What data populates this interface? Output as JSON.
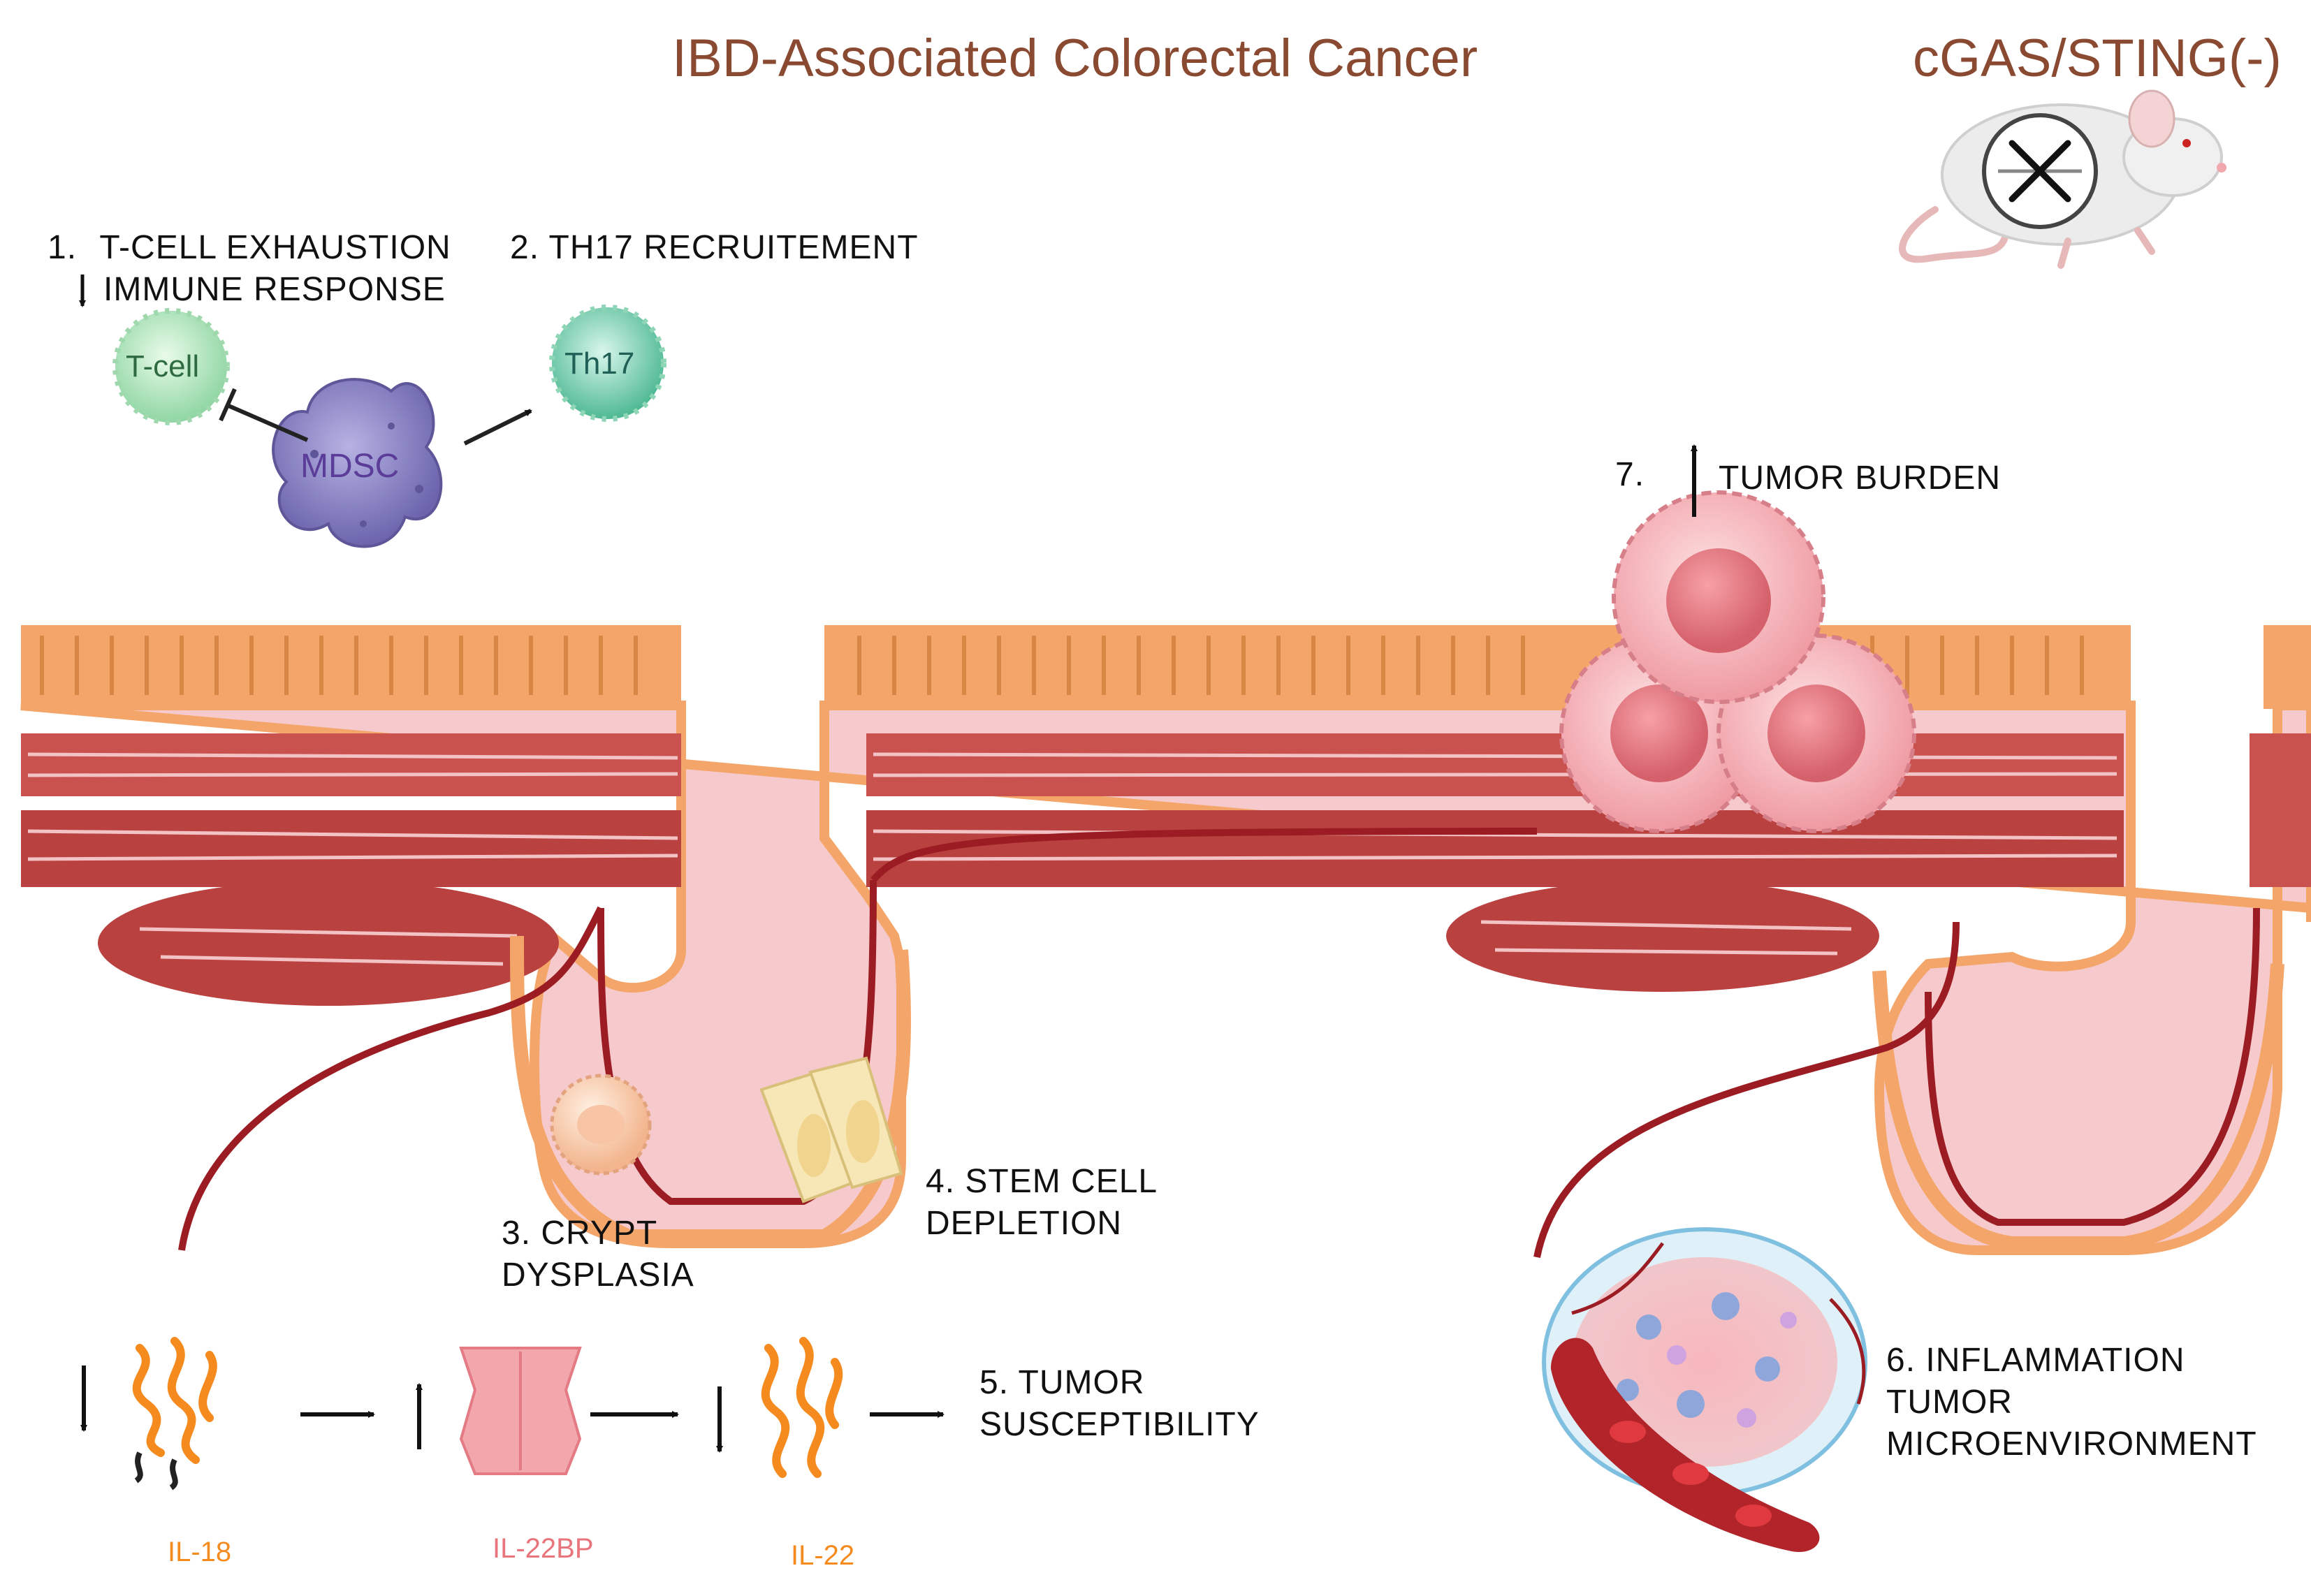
{
  "title": "IBD-Associated Colorectal Cancer",
  "model": {
    "label": "cGAS/STING(-)",
    "icon": "knockout-mouse-icon"
  },
  "steps": [
    {
      "number": "1.",
      "line1": "T-CELL EXHAUSTION",
      "line2": "IMMUNE RESPONSE",
      "arrow": "down-arrow"
    },
    {
      "number": "2.",
      "line1": "TH17 RECRUITEMENT"
    },
    {
      "number": "3.",
      "line1": "CRYPT",
      "line2": "DYSPLASIA"
    },
    {
      "number": "4.",
      "line1": "STEM CELL",
      "line2": "DEPLETION"
    },
    {
      "number": "5.",
      "line1": "TUMOR",
      "line2": "SUSCEPTIBILITY"
    },
    {
      "number": "6.",
      "line1": "INFLAMMATION",
      "line2": "TUMOR",
      "line3": "MICROENVIRONMENT"
    },
    {
      "number": "7.",
      "line1": "TUMOR BURDEN",
      "arrow": "up-arrow"
    }
  ],
  "cells": {
    "tcell": "T-cell",
    "mdsc": "MDSC",
    "th17": "Th17"
  },
  "proteins": [
    {
      "name": "IL-18",
      "trend": "down",
      "color": "#f58a1f"
    },
    {
      "name": "IL-22BP",
      "trend": "up",
      "color": "#e8747c"
    },
    {
      "name": "IL-22",
      "trend": "down",
      "color": "#f58a1f"
    }
  ],
  "colors": {
    "title": "#8a4a32",
    "epithelium": "#f4a66a",
    "mucosa": "#f6c9cc",
    "muscle": "#c9524f",
    "vessel": "#9b1c22",
    "tcell": "#8fd6a3",
    "th17": "#5cc7a6",
    "mdsc": "#8e88c7",
    "tumor": "#f3a6ac"
  }
}
